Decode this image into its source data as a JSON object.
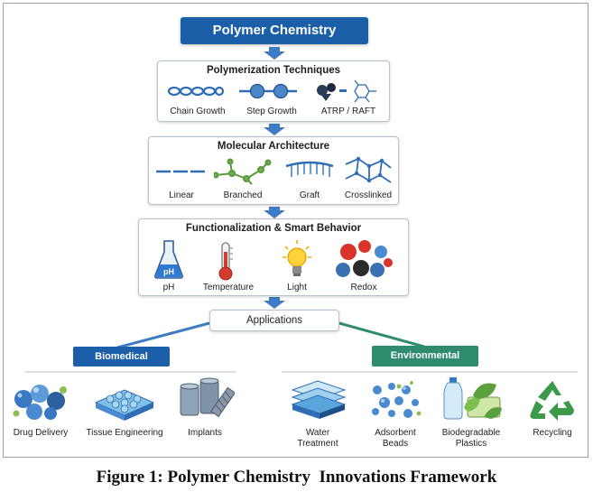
{
  "title": "Polymer Chemistry",
  "techniques": {
    "title": "Polymerization Techniques",
    "items": [
      "Chain Growth",
      "Step Growth",
      "ATRP / RAFT"
    ]
  },
  "architecture": {
    "title": "Molecular Architecture",
    "items": [
      "Linear",
      "Branched",
      "Graft",
      "Crosslinked"
    ]
  },
  "functionalization": {
    "title": "Functionalization & Smart Behavior",
    "items": [
      "pH",
      "Temperature",
      "Light",
      "Redox"
    ],
    "ph_flask_text": "pH"
  },
  "applications": {
    "title": "Applications",
    "biomedical": {
      "label": "Biomedical",
      "items": [
        "Drug Delivery",
        "Tissue Engineering",
        "Implants"
      ]
    },
    "environmental": {
      "label": "Environmental",
      "items": [
        [
          "Water",
          "Treatment"
        ],
        [
          "Adsorbent",
          "Beads"
        ],
        [
          "Biodegradable",
          "Plastics"
        ],
        [
          "Recycling"
        ]
      ]
    }
  },
  "caption": "Figure 1: Polymer Chemistry  Innovations Framework",
  "colors": {
    "header_blue": "#1a5fa8",
    "arrow_blue": "#3d7cc2",
    "environmental_green": "#2e8b6e"
  }
}
